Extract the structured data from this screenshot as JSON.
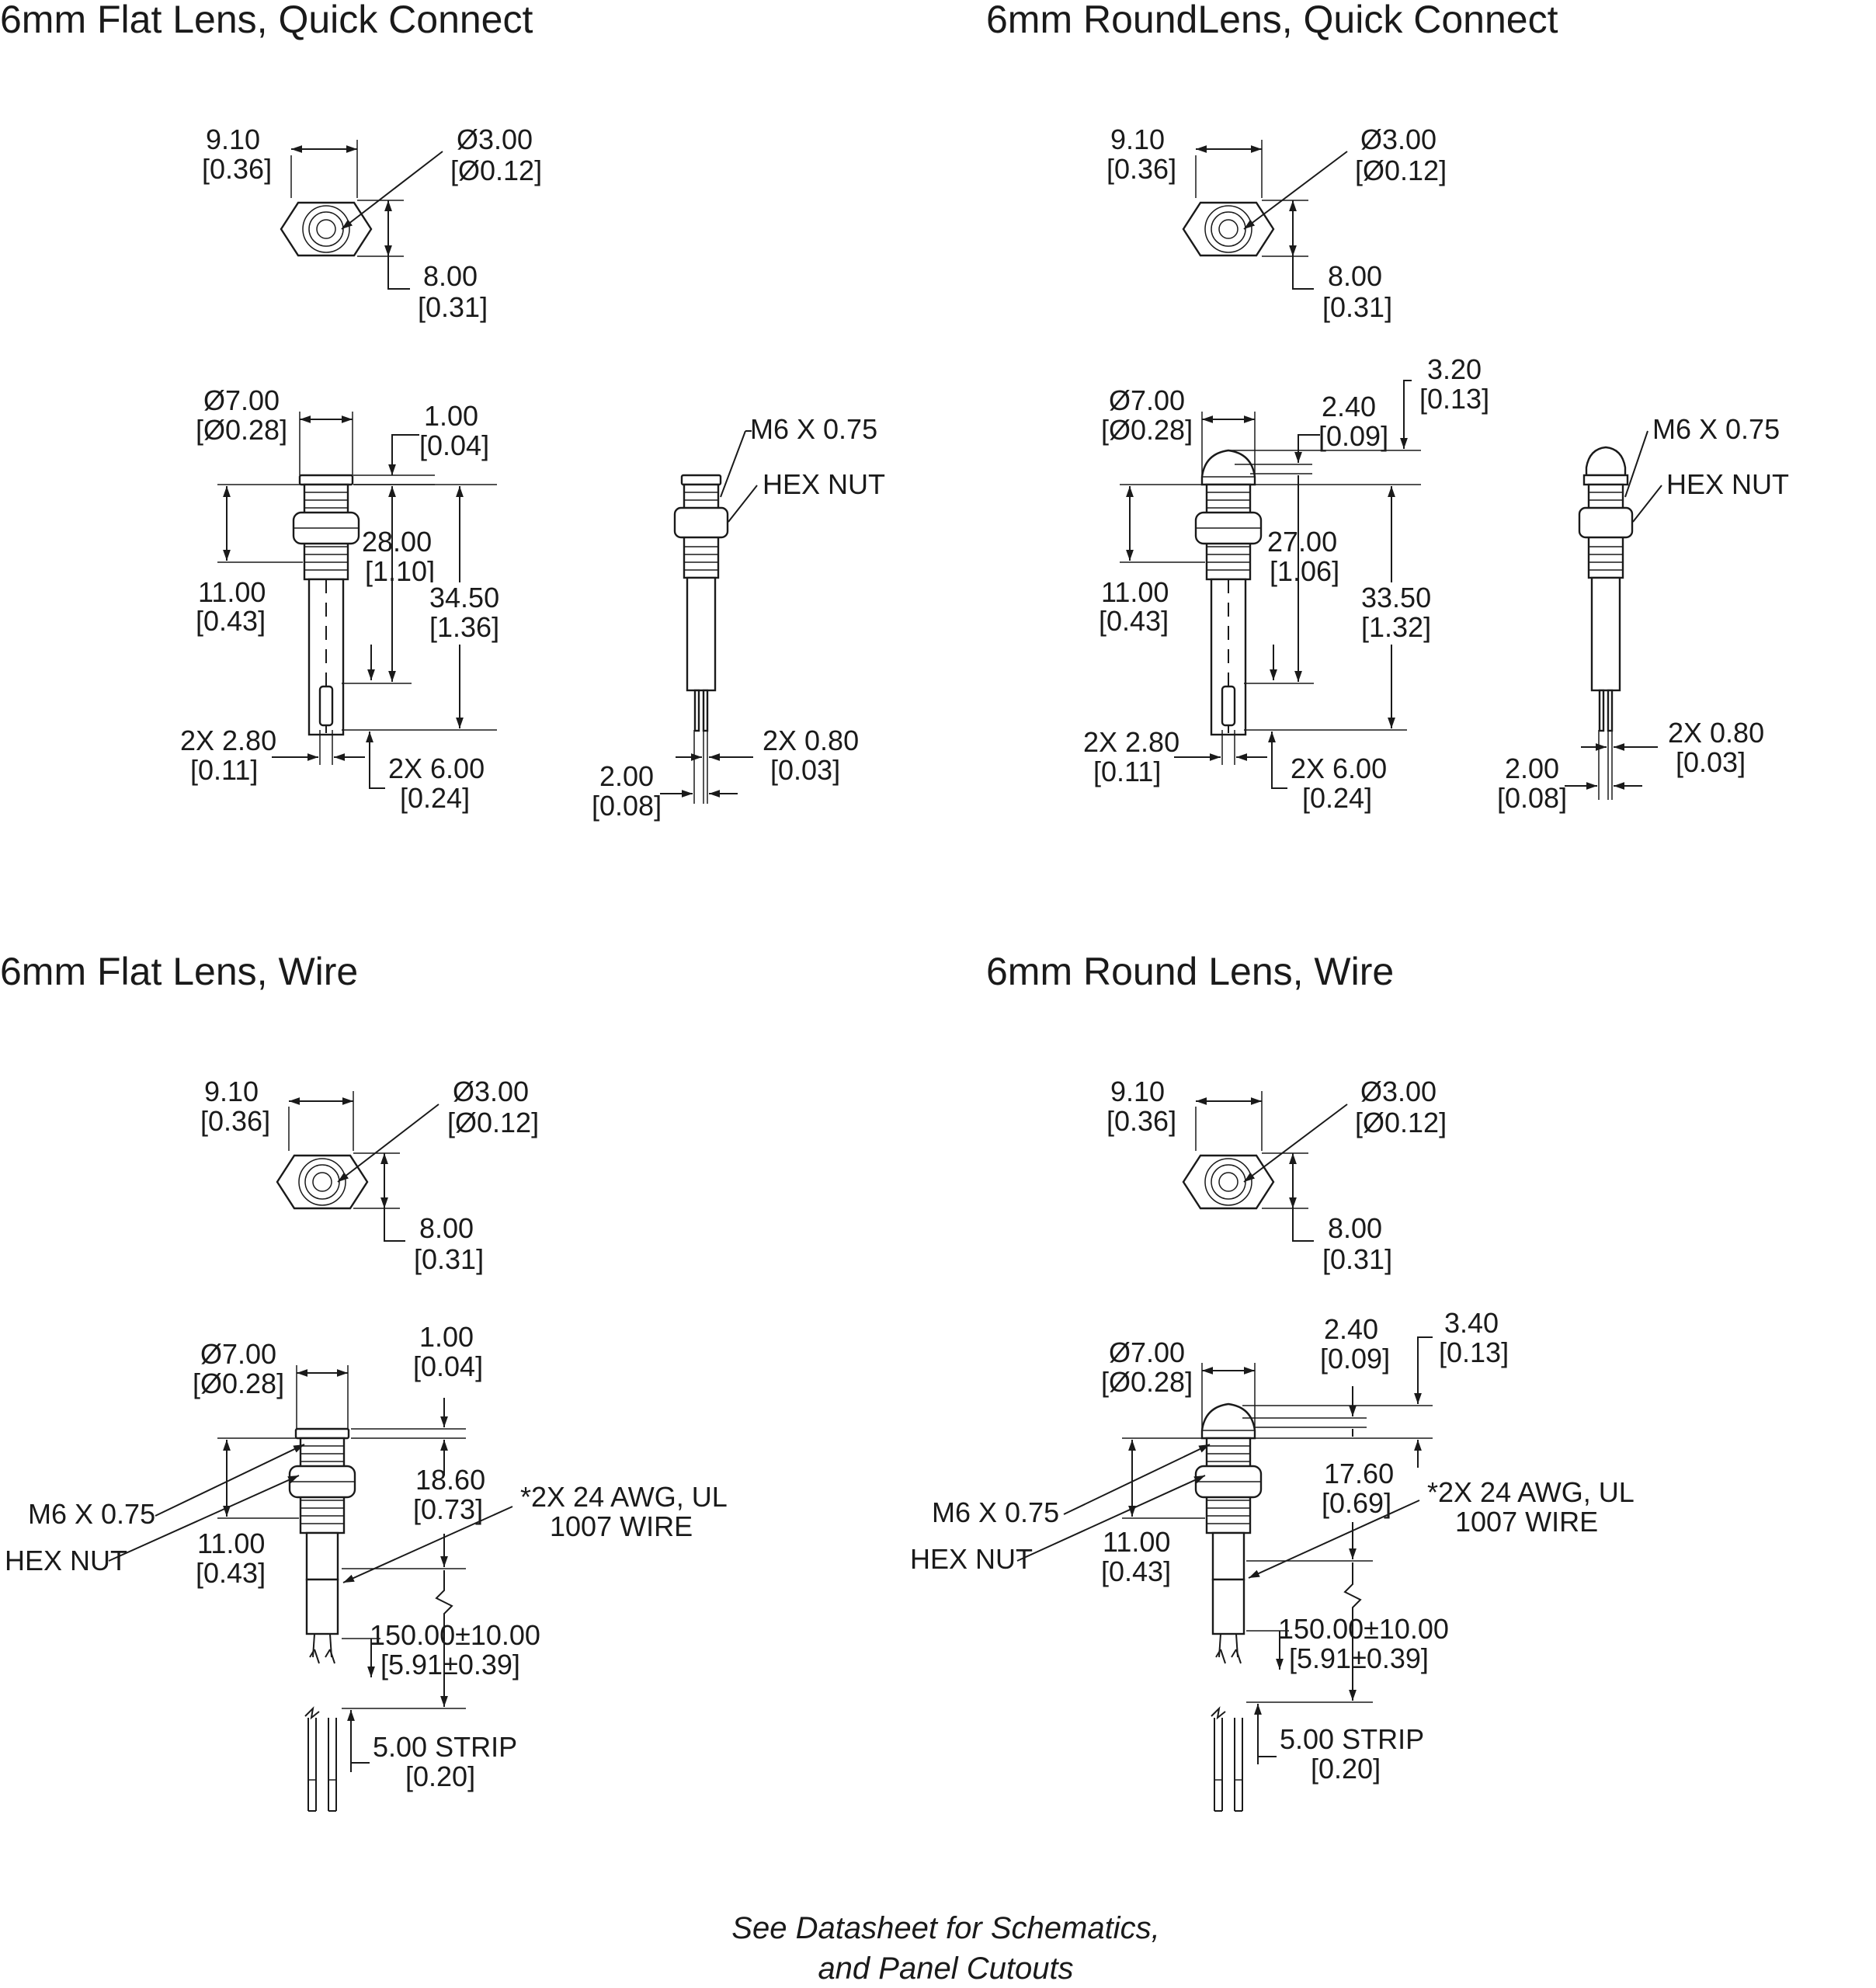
{
  "titles": {
    "q1": "6mm Flat Lens, Quick Connect",
    "q2": "6mm RoundLens, Quick Connect",
    "q3": "6mm Flat Lens, Wire",
    "q4": "6mm Round Lens, Wire"
  },
  "footer": {
    "line1": "See Datasheet for Schematics,",
    "line2": "and Panel Cutouts"
  },
  "q1": {
    "w910": "9.10",
    "w910_in": "[0.36]",
    "d300": "Ø3.00",
    "d300_in": "[Ø0.12]",
    "h800": "8.00",
    "h800_in": "[0.31]",
    "d700": "Ø7.00",
    "d700_in": "[Ø0.28]",
    "t100": "1.00",
    "t100_in": "[0.04]",
    "l2800": "28.00",
    "l2800_in": "[1.10]",
    "l1100": "11.00",
    "l1100_in": "[0.43]",
    "l3450": "34.50",
    "l3450_in": "[1.36]",
    "p280": "2X 2.80",
    "p280_in": "[0.11]",
    "p600": "2X 6.00",
    "p600_in": "[0.24]",
    "m6": "M6 X 0.75",
    "hexnut": "HEX NUT",
    "p080": "2X 0.80",
    "p080_in": "[0.03]",
    "p200": "2.00",
    "p200_in": "[0.08]"
  },
  "q2": {
    "w910": "9.10",
    "w910_in": "[0.36]",
    "d300": "Ø3.00",
    "d300_in": "[Ø0.12]",
    "h800": "8.00",
    "h800_in": "[0.31]",
    "d700": "Ø7.00",
    "d700_in": "[Ø0.28]",
    "t240": "2.40",
    "t240_in": "[0.09]",
    "t320": "3.20",
    "t320_in": "[0.13]",
    "l2700": "27.00",
    "l2700_in": "[1.06]",
    "l1100": "11.00",
    "l1100_in": "[0.43]",
    "l3350": "33.50",
    "l3350_in": "[1.32]",
    "p280": "2X 2.80",
    "p280_in": "[0.11]",
    "p600": "2X 6.00",
    "p600_in": "[0.24]",
    "m6": "M6 X 0.75",
    "hexnut": "HEX NUT",
    "p080": "2X 0.80",
    "p080_in": "[0.03]",
    "p200": "2.00",
    "p200_in": "[0.08]"
  },
  "q3": {
    "w910": "9.10",
    "w910_in": "[0.36]",
    "d300": "Ø3.00",
    "d300_in": "[Ø0.12]",
    "h800": "8.00",
    "h800_in": "[0.31]",
    "d700": "Ø7.00",
    "d700_in": "[Ø0.28]",
    "t100": "1.00",
    "t100_in": "[0.04]",
    "l1860": "18.60",
    "l1860_in": "[0.73]",
    "l1100": "11.00",
    "l1100_in": "[0.43]",
    "m6": "M6 X 0.75",
    "hexnut": "HEX NUT",
    "wire1": "*2X 24 AWG, UL",
    "wire2": "1007 WIRE",
    "len": "150.00±10.00",
    "len_in": "[5.91±0.39]",
    "strip": "5.00 STRIP",
    "strip_in": "[0.20]"
  },
  "q4": {
    "w910": "9.10",
    "w910_in": "[0.36]",
    "d300": "Ø3.00",
    "d300_in": "[Ø0.12]",
    "h800": "8.00",
    "h800_in": "[0.31]",
    "d700": "Ø7.00",
    "d700_in": "[Ø0.28]",
    "t240": "2.40",
    "t240_in": "[0.09]",
    "t340": "3.40",
    "t340_in": "[0.13]",
    "l1760": "17.60",
    "l1760_in": "[0.69]",
    "l1100": "11.00",
    "l1100_in": "[0.43]",
    "m6": "M6 X 0.75",
    "hexnut": "HEX NUT",
    "wire1": "*2X 24 AWG, UL",
    "wire2": "1007 WIRE",
    "len": "150.00±10.00",
    "len_in": "[5.91±0.39]",
    "strip": "5.00 STRIP",
    "strip_in": "[0.20]"
  }
}
